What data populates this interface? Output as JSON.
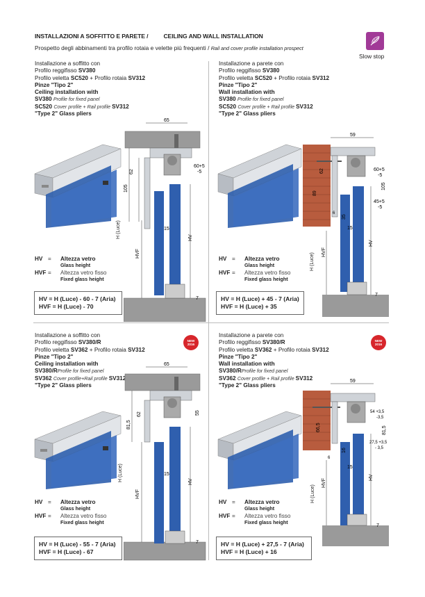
{
  "header": {
    "title_it": "INSTALLAZIONI A SOFFITTO E PARETE /",
    "title_en": "CEILING AND WALL INSTALLATION",
    "subtitle_it": "Prospetto degli abbinamenti tra profilo rotaia e velette più frequenti /",
    "subtitle_en": "Rail and cover profile installation prospect",
    "badge_label": "Slow stop"
  },
  "legend": {
    "hv_key": "HV",
    "eq": "=",
    "hv_it": "Altezza vetro",
    "hv_en": "Glass height",
    "hvf_key": "HVF",
    "hvf_it": "Altezza vetro fisso",
    "hvf_en": "Fixed glass height"
  },
  "new_badge": {
    "line1": "NEW",
    "line2": "2016"
  },
  "panels": [
    {
      "l1": "Installazione a soffitto con",
      "l2a": "Profilo reggifisso ",
      "l2b": "SV380",
      "l3a": "Profilo veletta ",
      "l3b": "SC520",
      "l3c": " + Profilo rotaia ",
      "l3d": "SV312",
      "l4": "Pinze \"Tipo 2\"",
      "l5": "Ceiling installation with",
      "l6a": "SV380 ",
      "l6b": "Profile for fixed panel",
      "l7a": "SC520 ",
      "l7b": "Cover profile + Rail profile ",
      "l7c": "SV312",
      "l8": "\"Type 2\" Glass pliers",
      "f1": "HV   = H (Luce) - 60 - 7 (Aria)",
      "f2": "HVF = H (Luce) - 70",
      "dims": {
        "top": "65",
        "left1": "62",
        "left2": "105",
        "right": "60+5",
        "right2": "-5",
        "gap": "15",
        "bottom": "7",
        "h": "H (Luce)",
        "hvf": "HVF",
        "hv": "HV"
      }
    },
    {
      "l1": "Installazione a parete con",
      "l2a": "Profilo reggifisso ",
      "l2b": "SV380",
      "l3a": "Profilo veletta ",
      "l3b": "SC520",
      "l3c": " + Profilo rotaia ",
      "l3d": "SV312",
      "l4": "Pinze \"Tipo 2\"",
      "l5": "Wall installation with",
      "l6a": "SV380 ",
      "l6b": "Profile for fixed panel",
      "l7a": "SC520 ",
      "l7b": "Cover profile + Rail profile ",
      "l7c": "SV312",
      "l8": "\"Type 2\" Glass pliers",
      "f1": "HV   = H (Luce) + 45 - 7 (Aria)",
      "f2": "HVF = H (Luce) + 35",
      "dims": {
        "top": "59",
        "left1": "62",
        "left2": "89",
        "right": "60+5",
        "right2": "-5",
        "right3": "105",
        "right4": "45+5",
        "right5": "-5",
        "small": "6",
        "mid": "35",
        "gap": "15",
        "bottom": "7",
        "h": "H (Luce)",
        "hvf": "HVF",
        "hv": "HV"
      }
    },
    {
      "l1": "Installazione a soffitto con",
      "l2a": "Profilo reggifisso ",
      "l2b": "SV380/R",
      "l3a": "Profilo veletta ",
      "l3b": "SV362",
      "l3c": " + Profilo rotaia ",
      "l3d": "SV312",
      "l4": "Pinze \"Tipo 2\"",
      "l5": "Ceiling installation with",
      "l6a": "SV380/R",
      "l6b": "Profile for fixed panel",
      "l7a": "SV362 ",
      "l7b": "Cover profile+Rail profile ",
      "l7c": "SV312",
      "l8": "\"Type 2\" Glass pliers",
      "f1": "HV   = H (Luce) - 55 - 7 (Aria)",
      "f2": "HVF = H (Luce) - 67",
      "dims": {
        "top": "65",
        "left1": "62",
        "left2": "81,5",
        "right": "55",
        "gap": "15",
        "bottom": "7",
        "h": "H (Luce)",
        "hvf": "HVF",
        "hv": "HV"
      }
    },
    {
      "l1": "Installazione a parete con",
      "l2a": "Profilo reggifisso ",
      "l2b": "SV380/R",
      "l3a": "Profilo veletta ",
      "l3b": "SV362",
      "l3c": " + Profilo rotaia ",
      "l3d": "SV312",
      "l4": "Pinze \"Tipo 2\"",
      "l5": "Wall installation with",
      "l6a": "SV380/R",
      "l6b": "Profile for fixed panel",
      "l7a": "SV362 ",
      "l7b": "Cover profile + Rail profile ",
      "l7c": "SV312",
      "l8": "\"Type 2\" Glass pliers",
      "f1": "HV   = H (Luce) + 27,5 - 7 (Aria)",
      "f2": "HVF = H (Luce) + 16",
      "dims": {
        "top": "59",
        "left1": "66,5",
        "right": "54 +3,5",
        "right2": "-3,5",
        "right3": "81,5",
        "right4": "27,5 +3,5",
        "right5": "- 3,5",
        "small": "6",
        "mid": "16",
        "gap": "15",
        "bottom": "7",
        "h": "H (Luce)",
        "hvf": "HVF",
        "hv": "HV"
      }
    }
  ],
  "colors": {
    "accent": "#a13a97",
    "glass": "#2f5fae",
    "brick": "#b85c3e",
    "concrete": "#9a9a9a",
    "new": "#d7262b"
  }
}
